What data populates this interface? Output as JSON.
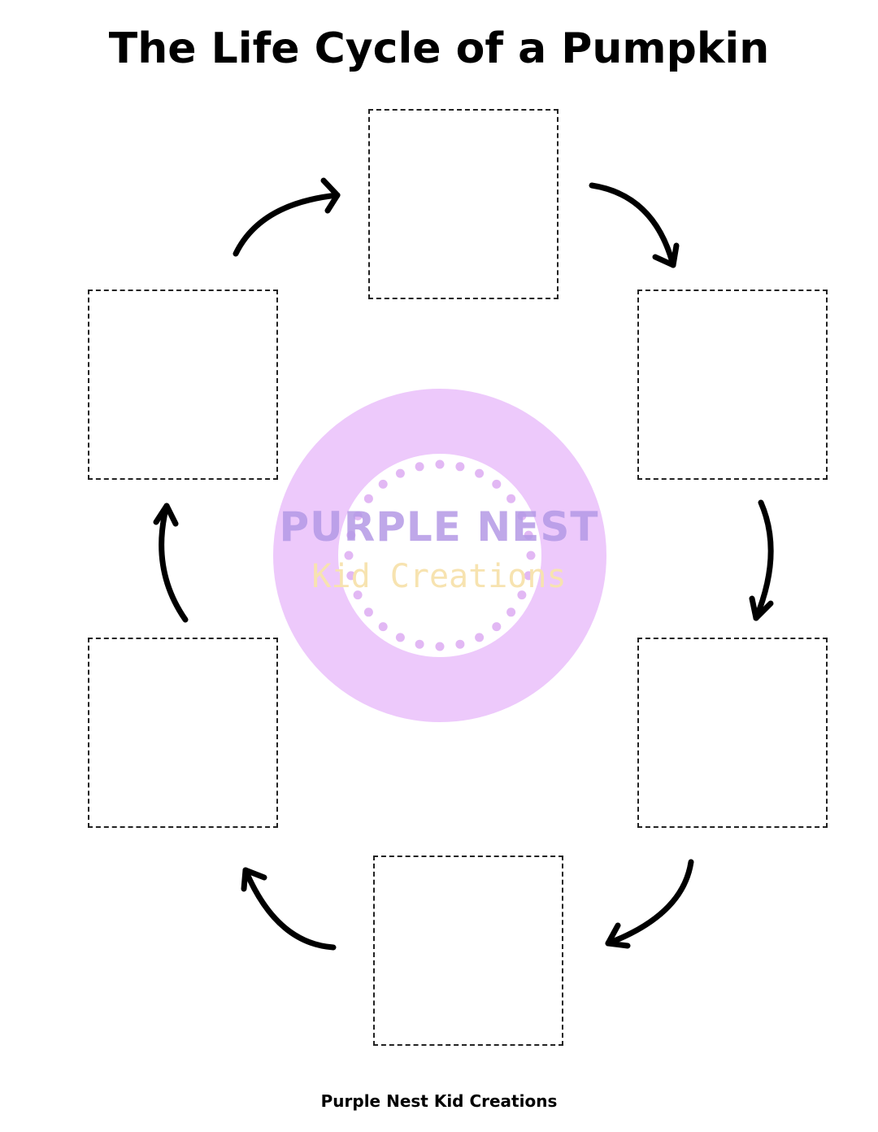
{
  "title": "The Life Cycle of a Pumpkin",
  "stage_boxes": [
    "top",
    "right-top",
    "right-bottom",
    "bottom",
    "left-bottom",
    "left-top"
  ],
  "logo": {
    "name": "PURPLE NEST",
    "tagline": "Kid Creations",
    "ring_color": "#edc9fb",
    "name_color": "#b49ae6",
    "tagline_color": "#f7e3b0"
  },
  "footer": "Purple Nest Kid Creations",
  "colors": {
    "arrow": "#000000",
    "box_border": "#222222",
    "background": "#ffffff"
  }
}
